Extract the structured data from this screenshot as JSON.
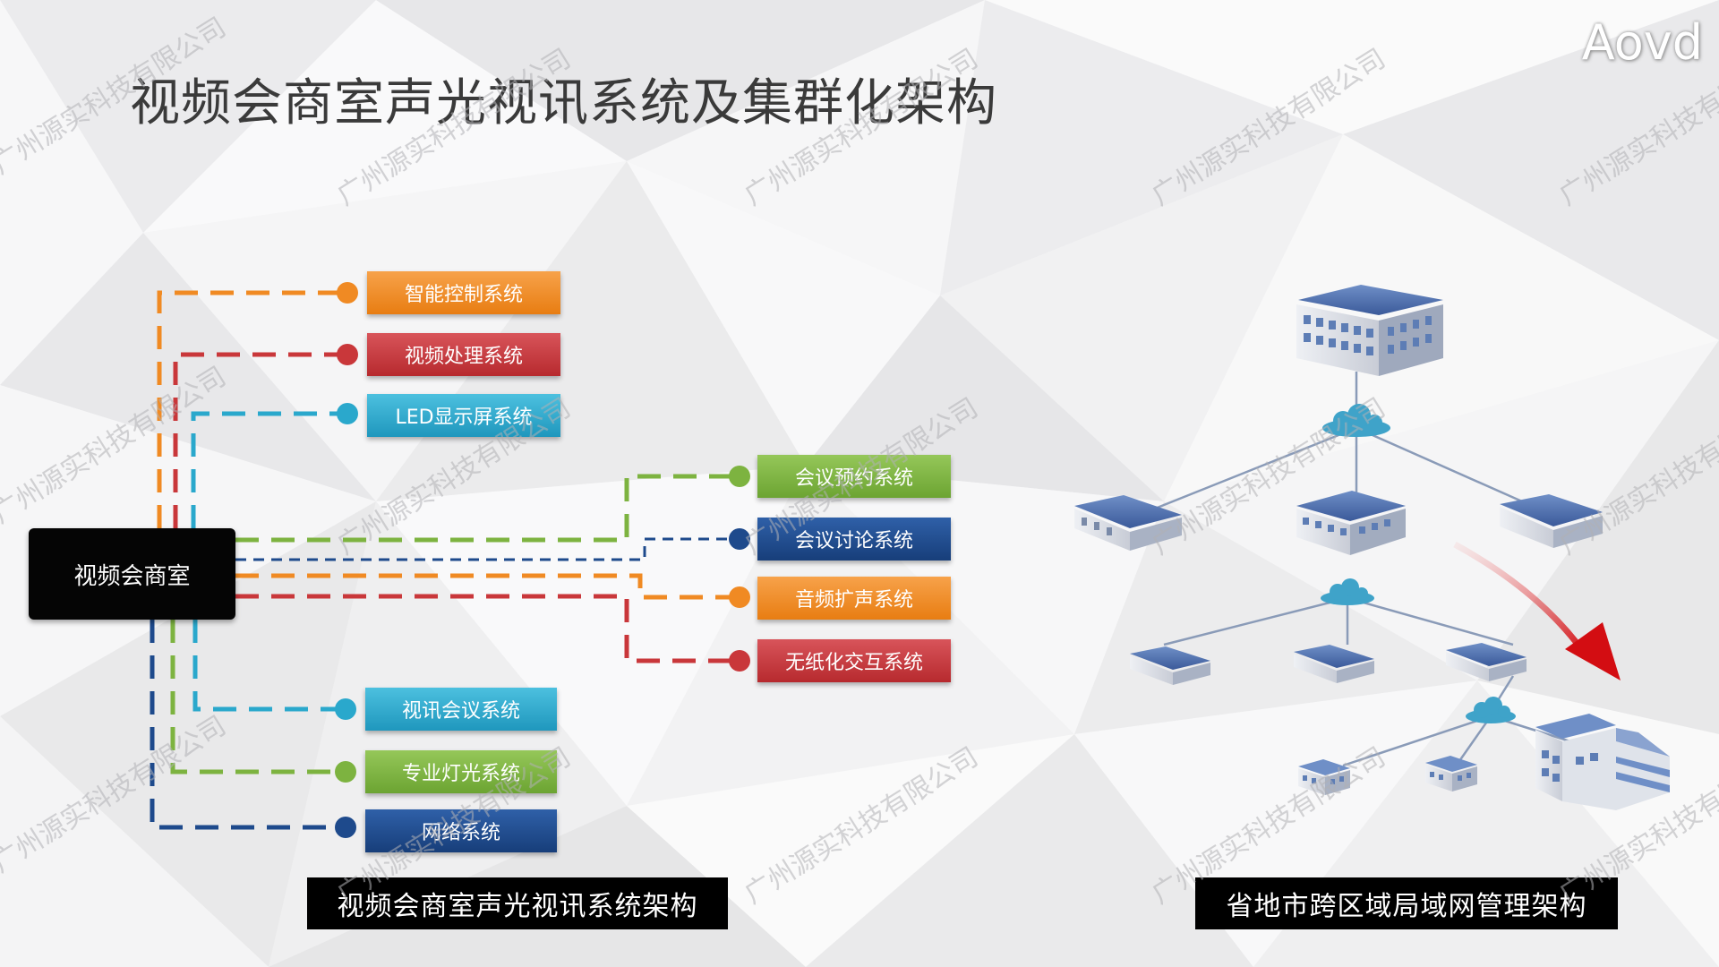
{
  "title": "视频会商室声光视讯系统及集群化架构",
  "brand": "Aovd",
  "watermark_text": "广州源实科技有限公司",
  "hub_label": "视频会商室",
  "left_systems": [
    {
      "label": "智能控制系统",
      "color": "#f08a23"
    },
    {
      "label": "视频处理系统",
      "color": "#c9373a"
    },
    {
      "label": "LED显示屏系统",
      "color": "#2aa8cc"
    }
  ],
  "right_systems": [
    {
      "label": "会议预约系统",
      "color": "#7db340"
    },
    {
      "label": "会议讨论系统",
      "color": "#1e4a8c"
    },
    {
      "label": "音频扩声系统",
      "color": "#f08a23"
    },
    {
      "label": "无纸化交互系统",
      "color": "#c9373a"
    }
  ],
  "bottom_systems": [
    {
      "label": "视讯会议系统",
      "color": "#2aa8cc"
    },
    {
      "label": "专业灯光系统",
      "color": "#7db340"
    },
    {
      "label": "网络系统",
      "color": "#1e4a8c"
    }
  ],
  "caption_left": "视频会商室声光视讯系统架构",
  "caption_right": "省地市跨区域局域网管理架构"
}
